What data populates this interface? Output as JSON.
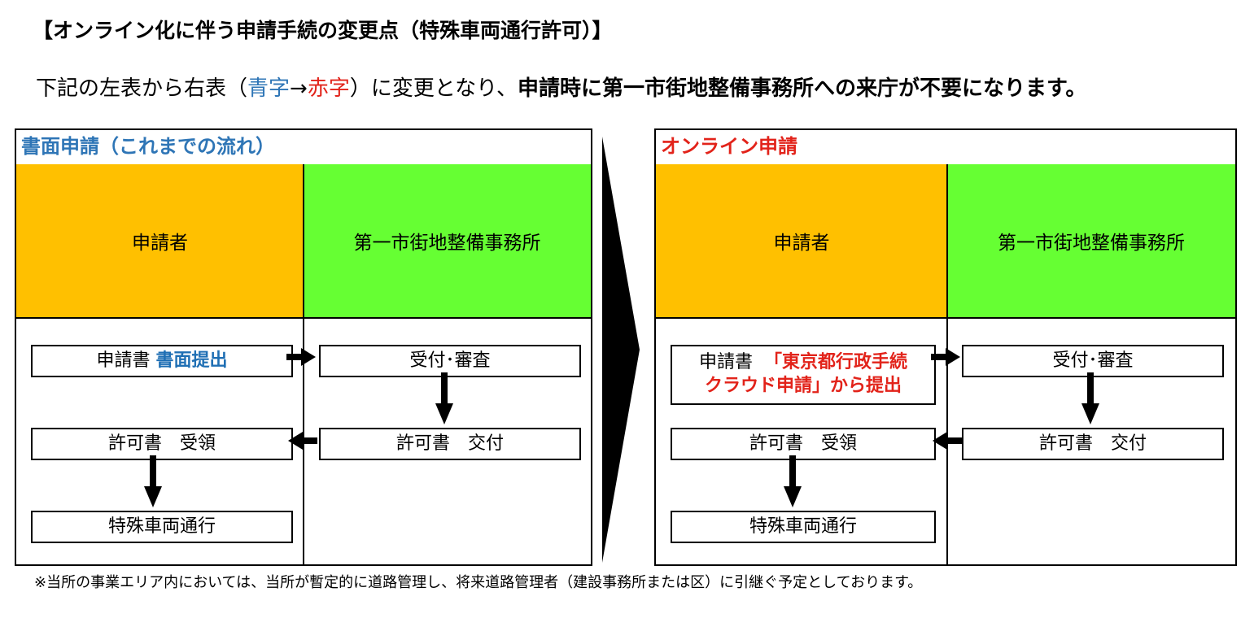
{
  "title": "【オンライン化に伴う申請手続の変更点（特殊車両通行許可）】",
  "subtitle": {
    "part1": "下記の左表から右表（",
    "blue": "青字",
    "arrow": "→",
    "red": "赤字",
    "part2": "）に変更となり、",
    "bold": "申請時に第一市街地整備事務所への来庁が不要になります。"
  },
  "colors": {
    "blue_text": "#2e75b6",
    "red_text": "#e2231a",
    "applicant_header": "#ffc000",
    "office_header": "#66ff33"
  },
  "left_panel": {
    "title": "書面申請（これまでの流れ）",
    "title_color": "#2e75b6",
    "col_applicant": "申請者",
    "col_office": "第一市街地整備事務所",
    "step_submit_prefix": "申請書 ",
    "step_submit_highlight": "書面提出",
    "step_receive": "受付･審査",
    "step_permit_receive": "許可書　受領",
    "step_permit_issue": "許可書　交付",
    "step_pass": "特殊車両通行"
  },
  "right_panel": {
    "title": "オンライン申請",
    "title_color": "#e2231a",
    "col_applicant": "申請者",
    "col_office": "第一市街地整備事務所",
    "step_submit_prefix": "申請書 ",
    "step_submit_highlight1": "「東京都行政手続",
    "step_submit_highlight2": "クラウド申請」から提出",
    "step_receive": "受付･審査",
    "step_permit_receive": "許可書　受領",
    "step_permit_issue": "許可書　交付",
    "step_pass": "特殊車両通行"
  },
  "note": "※当所の事業エリア内においては、当所が暫定的に道路管理し、将来道路管理者（建設事務所または区）に引継ぐ予定としております。"
}
